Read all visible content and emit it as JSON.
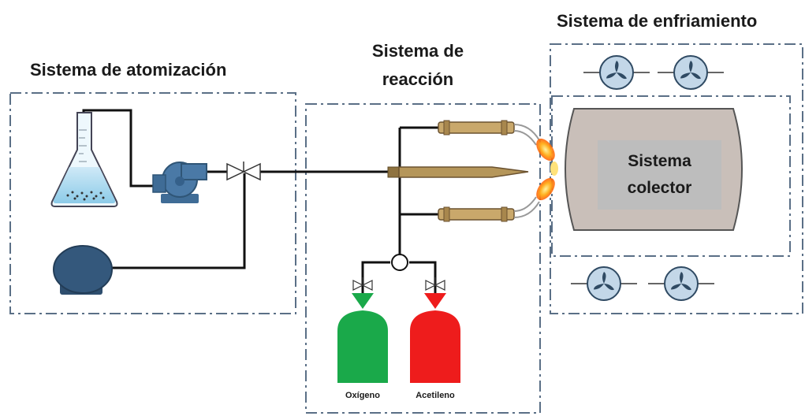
{
  "sections": {
    "atomization": "Sistema de atomización",
    "reaction_line1": "Sistema de",
    "reaction_line2": "reacción",
    "cooling": "Sistema de enfriamiento"
  },
  "collector": {
    "line1": "Sistema",
    "line2": "colector"
  },
  "gases": {
    "oxygen": "Oxígeno",
    "acetylene": "Acetileno"
  },
  "colors": {
    "oxygen_cylinder": "#1aa94a",
    "acetylene_cylinder": "#ee1c1c",
    "pump": "#4a79a6",
    "collector_body": "#c9bfb9",
    "collector_inner": "#bdbdbd",
    "fan": "#c3d7e8",
    "burner": "#b5965a"
  },
  "icons": [
    "erlenmeyer-flask-icon",
    "pump-icon",
    "tank-icon",
    "valve-icon",
    "fan-icon",
    "burner-icon",
    "flame-icon",
    "gas-cylinder-icon"
  ]
}
